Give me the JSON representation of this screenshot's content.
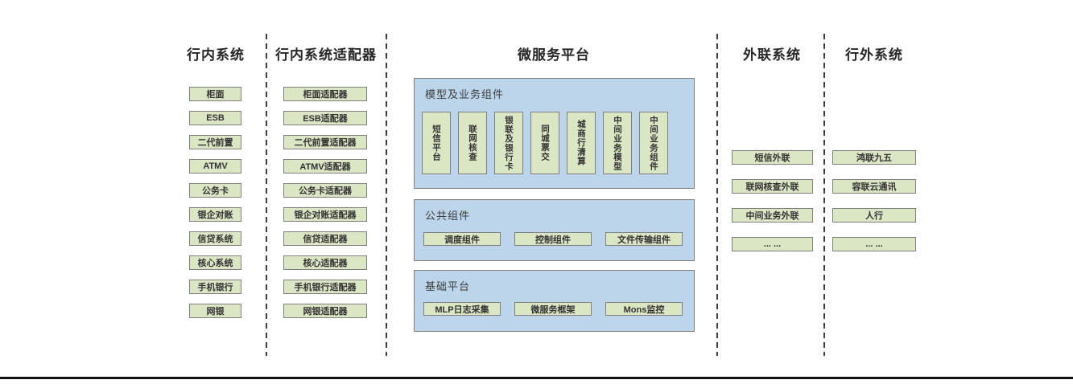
{
  "diagram": {
    "type": "architecture-diagram",
    "colors": {
      "box_fill": "#dbe6c5",
      "box_border": "#7f7f7f",
      "panel_fill": "#bdd5ea",
      "panel_border": "#7f7f7f",
      "text": "#333333",
      "divider": "#3d3d3d",
      "bottom_rule": "#111111"
    }
  },
  "columns": [
    {
      "id": "internal-systems",
      "title": "行内系统",
      "items": [
        "柜面",
        "ESB",
        "二代前置",
        "ATMV",
        "公务卡",
        "银企对账",
        "信贷系统",
        "核心系统",
        "手机银行",
        "网银"
      ]
    },
    {
      "id": "internal-system-adapters",
      "title": "行内系统适配器",
      "items": [
        "柜面适配器",
        "ESB适配器",
        "二代前置适配器",
        "ATMV适配器",
        "公务卡适配器",
        "银企对账适配器",
        "信贷适配器",
        "核心适配器",
        "手机银行适配器",
        "网银适配器"
      ]
    },
    {
      "id": "microservice-platform",
      "title": "微服务平台",
      "sections": [
        {
          "title": "模型及业务组件",
          "items": [
            "短信平台",
            "联网核查",
            "银联及银行卡",
            "同城票交",
            "城商行清算",
            "中间业务模型",
            "中间业务组件"
          ]
        },
        {
          "title": "公共组件",
          "items": [
            "调度组件",
            "控制组件",
            "文件传输组件"
          ]
        },
        {
          "title": "基础平台",
          "items": [
            "MLP日志采集",
            "微服务框架",
            "Mons监控"
          ]
        }
      ]
    },
    {
      "id": "outreach-systems",
      "title": "外联系统",
      "items": [
        "短信外联",
        "联网核查外联",
        "中间业务外联",
        "... ..."
      ]
    },
    {
      "id": "external-systems",
      "title": "行外系统",
      "items": [
        "鸿联九五",
        "容联云通讯",
        "人行",
        "... ..."
      ]
    }
  ]
}
